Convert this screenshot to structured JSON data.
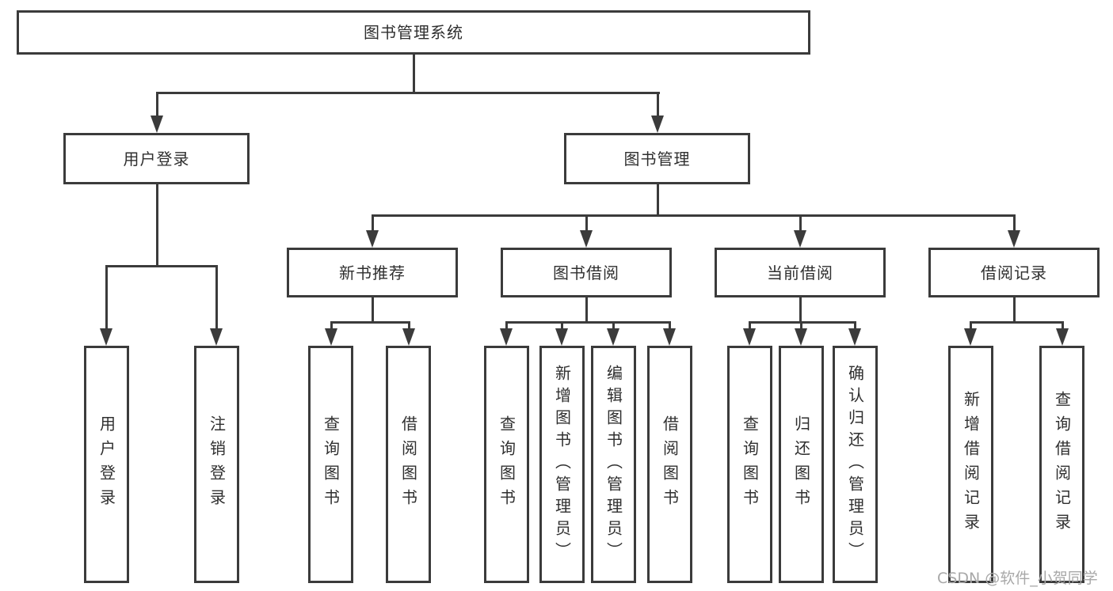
{
  "root": {
    "label": "图书管理系统"
  },
  "branches": [
    {
      "label": "用户登录",
      "children": [
        {
          "label": "用户登录"
        },
        {
          "label": "注销登录"
        }
      ]
    },
    {
      "label": "图书管理",
      "children": [
        {
          "label": "新书推荐",
          "children": [
            {
              "label": "查询图书"
            },
            {
              "label": "借阅图书"
            }
          ]
        },
        {
          "label": "图书借阅",
          "children": [
            {
              "label": "查询图书"
            },
            {
              "label": "新增图书（管理员）"
            },
            {
              "label": "编辑图书（管理员）"
            },
            {
              "label": "借阅图书"
            }
          ]
        },
        {
          "label": "当前借阅",
          "children": [
            {
              "label": "查询图书"
            },
            {
              "label": "归还图书"
            },
            {
              "label": "确认归还（管理员）"
            }
          ]
        },
        {
          "label": "借阅记录",
          "children": [
            {
              "label": "新增借阅记录"
            },
            {
              "label": "查询借阅记录"
            }
          ]
        }
      ]
    }
  ],
  "watermark": {
    "text": "CSDN @软件_小贺同学"
  },
  "colors": {
    "line": "#3b3b3b",
    "text": "#2f2f2f",
    "watermark": "#a8a8a8",
    "background": "#ffffff"
  }
}
